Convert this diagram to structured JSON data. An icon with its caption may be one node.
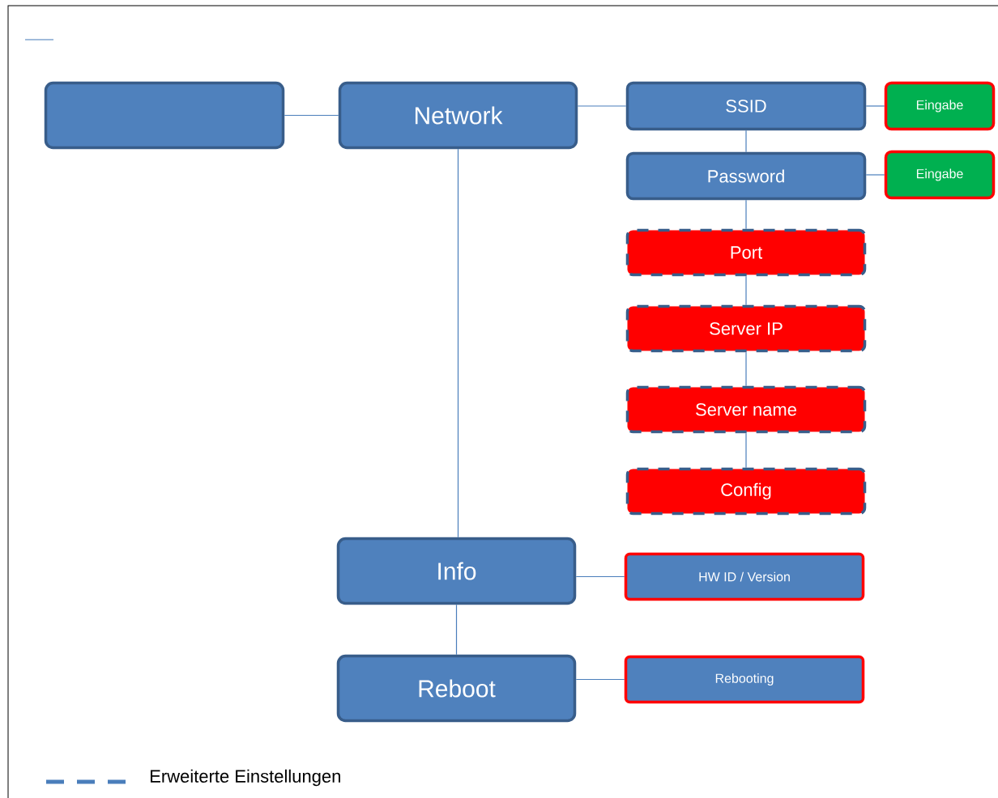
{
  "diagram": {
    "nodes": [
      {
        "text": [],
        "shape": "box"
      },
      {
        "text": [
          "Network"
        ]
      },
      {
        "text": [
          "SSID"
        ]
      },
      {
        "text": [
          "Eingabe"
        ]
      },
      {
        "text": [
          "Password"
        ]
      },
      {
        "text": [
          "Eingabe"
        ]
      },
      {
        "text": [
          "Port"
        ]
      },
      {
        "text": [
          "Server IP"
        ]
      },
      {
        "text": [
          "Server name"
        ]
      },
      {
        "text": [
          "Config"
        ]
      },
      {
        "text": [
          "Info"
        ]
      },
      {
        "text": [
          "HW ID / Version"
        ]
      },
      {
        "text": [
          "Reboot"
        ]
      },
      {
        "text": [
          "Rebooting"
        ]
      }
    ],
    "edges": [
      {
        "from": 0,
        "to": 1,
        "arrow": "none"
      },
      {
        "from": 1,
        "to": 2,
        "arrow": "none"
      },
      {
        "from": 2,
        "to": 3,
        "arrow": "none"
      },
      {
        "from": 2,
        "to": 4,
        "arrow": "none"
      },
      {
        "from": 4,
        "to": 5,
        "arrow": "none"
      },
      {
        "from": 4,
        "to": 6,
        "arrow": "none"
      },
      {
        "from": 6,
        "to": 7,
        "arrow": "none"
      },
      {
        "from": 7,
        "to": 8,
        "arrow": "none"
      },
      {
        "from": 8,
        "to": 9,
        "arrow": "none"
      },
      {
        "from": 1,
        "to": 10,
        "arrow": "none"
      },
      {
        "from": 10,
        "to": 11,
        "arrow": "none"
      },
      {
        "from": 10,
        "to": 12,
        "arrow": "none"
      },
      {
        "from": 12,
        "to": 13,
        "arrow": "none"
      }
    ],
    "legend": [
      {
        "text": "Erweiterte Einstellungen"
      }
    ]
  }
}
